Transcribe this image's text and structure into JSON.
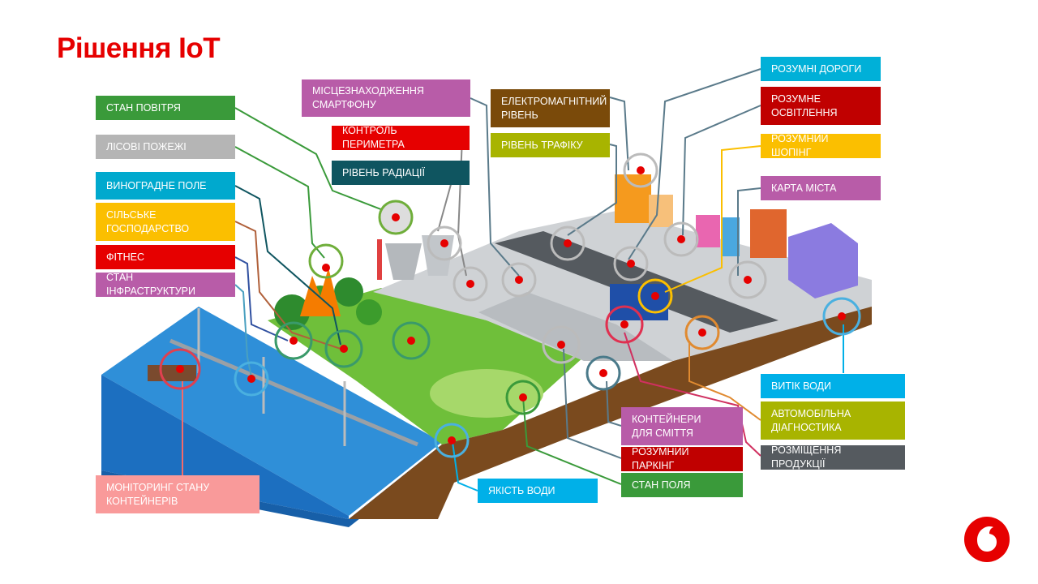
{
  "title": "Рішення IoT",
  "labels": {
    "air": {
      "text": "СТАН ПОВІТРЯ",
      "color": "#3a9a3a"
    },
    "forest_fires": {
      "text": "ЛІСОВІ ПОЖЕЖІ",
      "color": "#b5b5b5"
    },
    "vineyard": {
      "text": "ВИНОГРАДНЕ ПОЛЕ",
      "color": "#00a9ce"
    },
    "agriculture": {
      "text": "СІЛЬСЬКЕ\nГОСПОДАРСТВО",
      "color": "#fbbf00"
    },
    "fitness": {
      "text": "ФІТНЕС",
      "color": "#e60000"
    },
    "infrastructure": {
      "text": "СТАН ІНФРАСТРУКТУРИ",
      "color": "#b85ca8"
    },
    "smartphone": {
      "text": "МІСЦЕЗНАХОДЖЕННЯ\nСМАРТФОНУ",
      "color": "#b85ca8"
    },
    "perimeter": {
      "text": "КОНТРОЛЬ ПЕРИМЕТРА",
      "color": "#e60000"
    },
    "radiation": {
      "text": "РІВЕНЬ РАДІАЦІЇ",
      "color": "#0f5560"
    },
    "electromagnetic": {
      "text": "ЕЛЕКТРОМАГНІТНИЙ\nРІВЕНЬ",
      "color": "#7a4a0a"
    },
    "traffic": {
      "text": "РІВЕНЬ ТРАФІКУ",
      "color": "#a8b400"
    },
    "roads": {
      "text": "РОЗУМНІ ДОРОГИ",
      "color": "#00b0d8"
    },
    "lighting": {
      "text": "РОЗУМНЕ\nОСВІТЛЕННЯ",
      "color": "#c00000"
    },
    "shopping": {
      "text": "РОЗУМНИЙ ШОПІНГ",
      "color": "#fbbf00"
    },
    "city_map": {
      "text": "КАРТА МІСТА",
      "color": "#b85ca8"
    },
    "water_leak": {
      "text": "ВИТІК ВОДИ",
      "color": "#00b0e8"
    },
    "car_diag": {
      "text": "АВТОМОБІЛЬНА\nДІАГНОСТИКА",
      "color": "#a8b400"
    },
    "product_placement": {
      "text": "РОЗМІЩЕННЯ ПРОДУКЦІЇ",
      "color": "#555a5f"
    },
    "waste": {
      "text": "КОНТЕЙНЕРИ\nДЛЯ СМІТТЯ",
      "color": "#b85ca8"
    },
    "parking": {
      "text": "РОЗУМНИЙ ПАРКІНГ",
      "color": "#c00000"
    },
    "field": {
      "text": "СТАН ПОЛЯ",
      "color": "#3a9a3a"
    },
    "water_quality": {
      "text": "ЯКІСТЬ ВОДИ",
      "color": "#00b0e8"
    },
    "containers": {
      "text": "МОНІТОРИНГ СТАНУ\nКОНТЕЙНЕРІВ",
      "color": "#f99a9a"
    }
  },
  "brand_color": "#e60000"
}
